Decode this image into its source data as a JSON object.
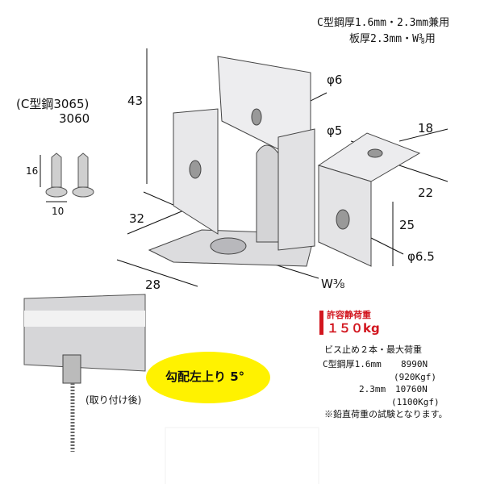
{
  "header": {
    "line1": "C型鋼厚1.6mm・2.3mm兼用",
    "line2": "板厚2.3mm・W⅜用"
  },
  "model": {
    "alt": "(C型鋼3065)",
    "main": "3060"
  },
  "dimensions": {
    "height": "43",
    "screw_length": "16",
    "screw_width": "10",
    "depth": "32",
    "base_width": "28",
    "hole_top": "φ6",
    "hole_side": "φ5",
    "side_width": "18",
    "side_depth": "22",
    "side_height": "25",
    "hole_side_large": "φ6.5",
    "bolt": "W⅜"
  },
  "load": {
    "title": "許容静荷重",
    "value": "１５０kg",
    "subtitle": "ビス止め２本・最大荷重",
    "row1_label": "C型鋼厚1.6mm",
    "row1_value": "8990N",
    "row1_kgf": "(920Kgf)",
    "row2_label": "2.3mm",
    "row2_value": "10760N",
    "row2_kgf": "(1100Kgf)",
    "note": "※鉛直荷重の試験となります。"
  },
  "install": {
    "slope_label": "勾配左上り 5°",
    "caption": "(取り付け後)"
  },
  "colors": {
    "accent_red": "#d2161f",
    "badge_yellow": "#fff200",
    "metal": "#e4e4e6"
  }
}
